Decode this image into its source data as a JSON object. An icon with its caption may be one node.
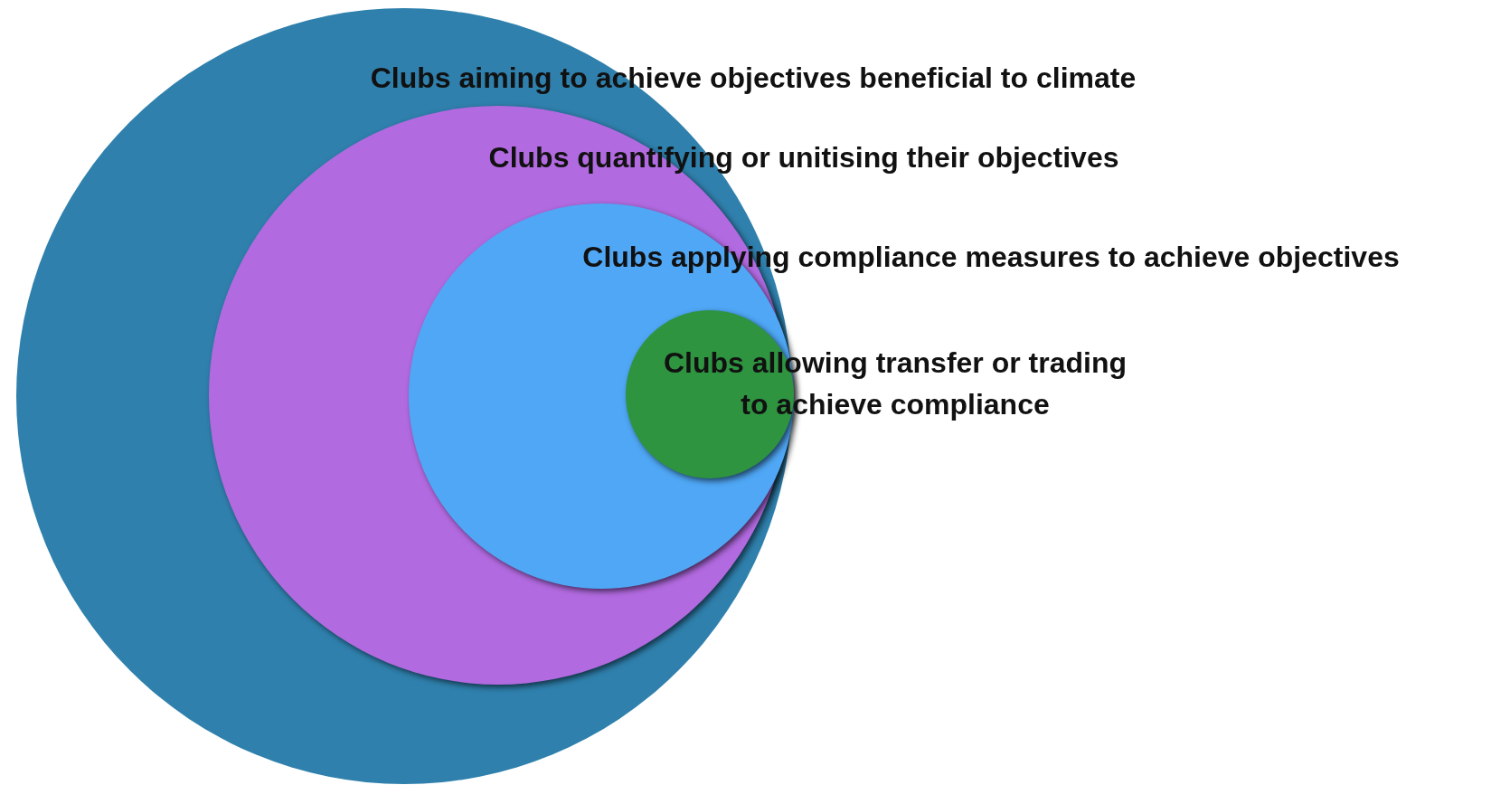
{
  "diagram": {
    "nodes": [
      {
        "text": [
          "Clubs aiming to achieve objectives beneficial to climate"
        ]
      },
      {
        "text": [
          "Clubs quantifying or unitising their objectives"
        ],
        "in": 0
      },
      {
        "text": [
          "Clubs applying compliance measures to achieve objectives"
        ],
        "in": 1
      },
      {
        "text": [
          "Clubs allowing transfer or trading to achieve compliance"
        ],
        "in": 2
      }
    ]
  }
}
